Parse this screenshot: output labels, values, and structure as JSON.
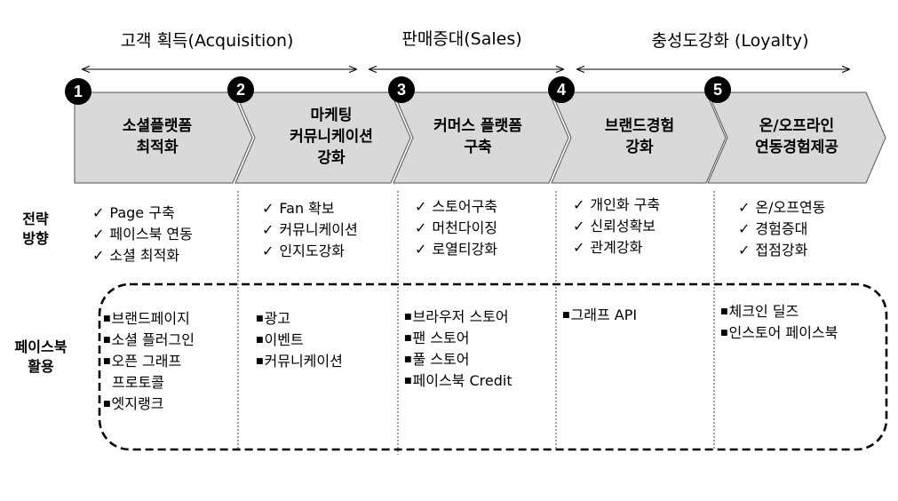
{
  "phases": [
    {
      "label": "고객 획득(Acquisition)"
    },
    {
      "label": "판매증대(Sales)"
    },
    {
      "label": "충성도강화 (Loyalty)"
    }
  ],
  "stages": [
    {
      "number": "1",
      "title_lines": [
        "소셜플랫폼",
        "최적화"
      ]
    },
    {
      "number": "2",
      "title_lines": [
        "마케팅",
        "커뮤니케이션",
        "강화"
      ]
    },
    {
      "number": "3",
      "title_lines": [
        "커머스 플랫폼",
        "구축"
      ]
    },
    {
      "number": "4",
      "title_lines": [
        "브랜드경험",
        "강화"
      ]
    },
    {
      "number": "5",
      "title_lines": [
        "온/오프라인",
        "연동경험제공"
      ]
    }
  ],
  "rows": {
    "strategy": {
      "label_lines": [
        "전략",
        "방향"
      ]
    },
    "facebook": {
      "label_lines": [
        "페이스북",
        "활용"
      ]
    }
  },
  "strategy": [
    [
      "Page 구축",
      "페이스북 연동",
      "소셜 최적화"
    ],
    [
      "Fan 확보",
      "커뮤니케이션",
      "인지도강화"
    ],
    [
      "스토어구축",
      "머천다이징",
      "로열티강화"
    ],
    [
      "개인화 구축",
      "신뢰성확보",
      "관계강화"
    ],
    [
      "온/오프연동",
      "경험증대",
      "접점강화"
    ]
  ],
  "facebook_usage": [
    [
      {
        "text": "브랜드페이지"
      },
      {
        "text": "소셜 플러그인"
      },
      {
        "text": "오픈 그래프"
      },
      {
        "text": "프로토콜",
        "continuation": true
      },
      {
        "text": "엣지랭크"
      }
    ],
    [
      {
        "text": "광고"
      },
      {
        "text": "이벤트"
      },
      {
        "text": "커뮤니케이션"
      }
    ],
    [
      {
        "text": "브라우저 스토어"
      },
      {
        "text": "팬 스토어"
      },
      {
        "text": "풀 스토어"
      },
      {
        "text": "페이스북 Credit"
      }
    ],
    [
      {
        "text": "그래프 API"
      }
    ],
    [
      {
        "text": "체크인 딜즈"
      },
      {
        "text": "인스토어 페이스북"
      }
    ]
  ],
  "colors": {
    "arrow_fill": "#d9d9d9",
    "arrow_stroke": "#555555",
    "badge": "#000000",
    "divider": "#444444"
  }
}
